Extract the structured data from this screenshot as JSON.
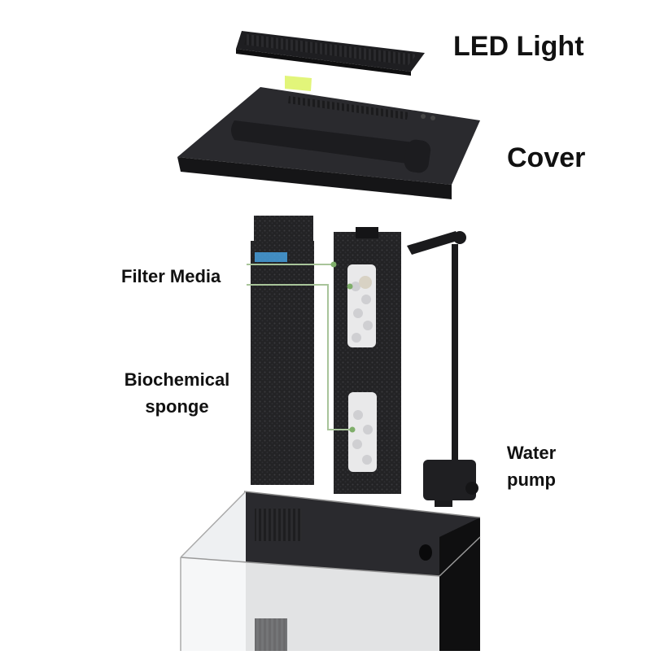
{
  "labels": {
    "led_light": "LED Light",
    "cover": "Cover",
    "filter_media": "Filter Media",
    "biochemical_line1": "Biochemical",
    "biochemical_line2": "sponge",
    "water_line1": "Water",
    "water_line2": "pump"
  },
  "icons": {
    "led_light": "led-light-bar",
    "cover": "aquarium-cover",
    "sponge": "biochemical-sponge-block",
    "media": "filter-media-holder",
    "pump": "water-pump",
    "tank": "glass-tank"
  },
  "colors": {
    "component": "#1f1f22",
    "sponge": "#232325",
    "callout_line": "#a8c49a",
    "callout_dot": "#7fae6a",
    "led_accent": "#e2f57a",
    "blue_accent": "#49a6e8",
    "label_text": "#111111"
  }
}
